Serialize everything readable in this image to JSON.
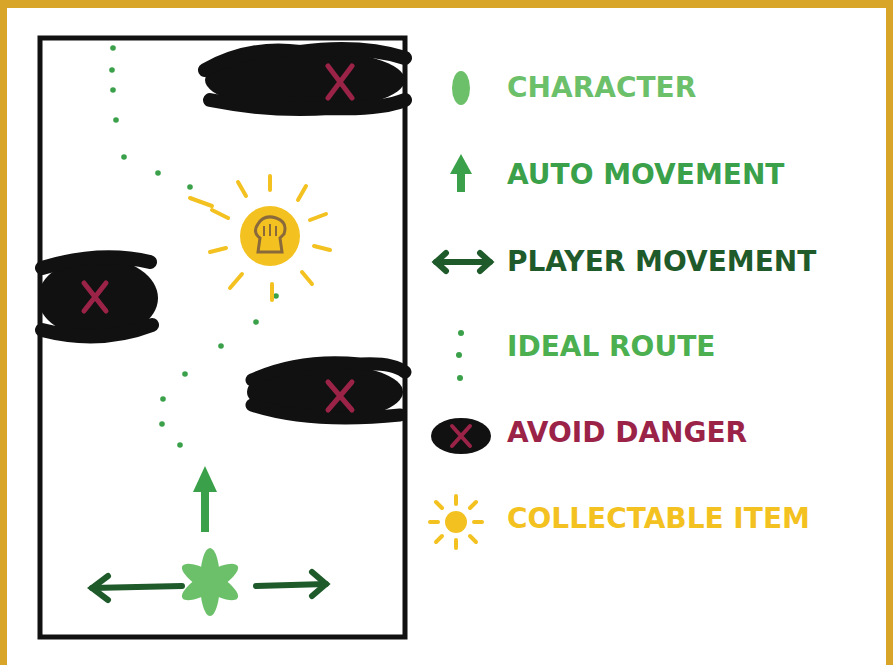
{
  "diagram": {
    "legend": [
      {
        "text": "CHARACTER"
      },
      {
        "text": "AUTO MOVEMENT"
      },
      {
        "text": "PLAYER MOVEMENT"
      },
      {
        "text": "IDEAL ROUTE"
      },
      {
        "text": "AVOID DANGER"
      },
      {
        "text": "COLLECTABLE ITEM"
      }
    ]
  }
}
